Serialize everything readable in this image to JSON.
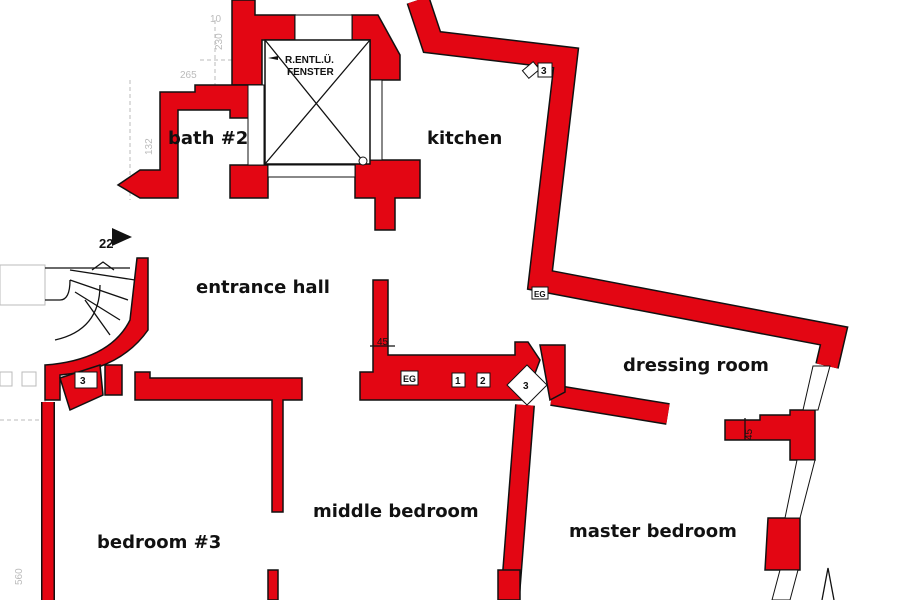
{
  "rooms": {
    "bath2": "bath #2",
    "kitchen": "kitchen",
    "entrance_hall": "entrance hall",
    "dressing_room": "dressing room",
    "middle_bedroom": "middle bedroom",
    "master_bedroom": "master bedroom",
    "bedroom3": "bedroom #3"
  },
  "annotations": {
    "shaft_line1": "R.ENTL.Ü.",
    "shaft_line2": "FENSTER",
    "entrance_number": "22",
    "chimney_3": "3",
    "eg": "EG",
    "flue_1": "1",
    "flue_2": "2",
    "wall_45": "45"
  },
  "dimensions": {
    "d265": "265",
    "d230": "230",
    "d132": "132",
    "d560": "560",
    "d10": "10"
  },
  "colors": {
    "wall": "#e30613",
    "outline": "#111111"
  }
}
